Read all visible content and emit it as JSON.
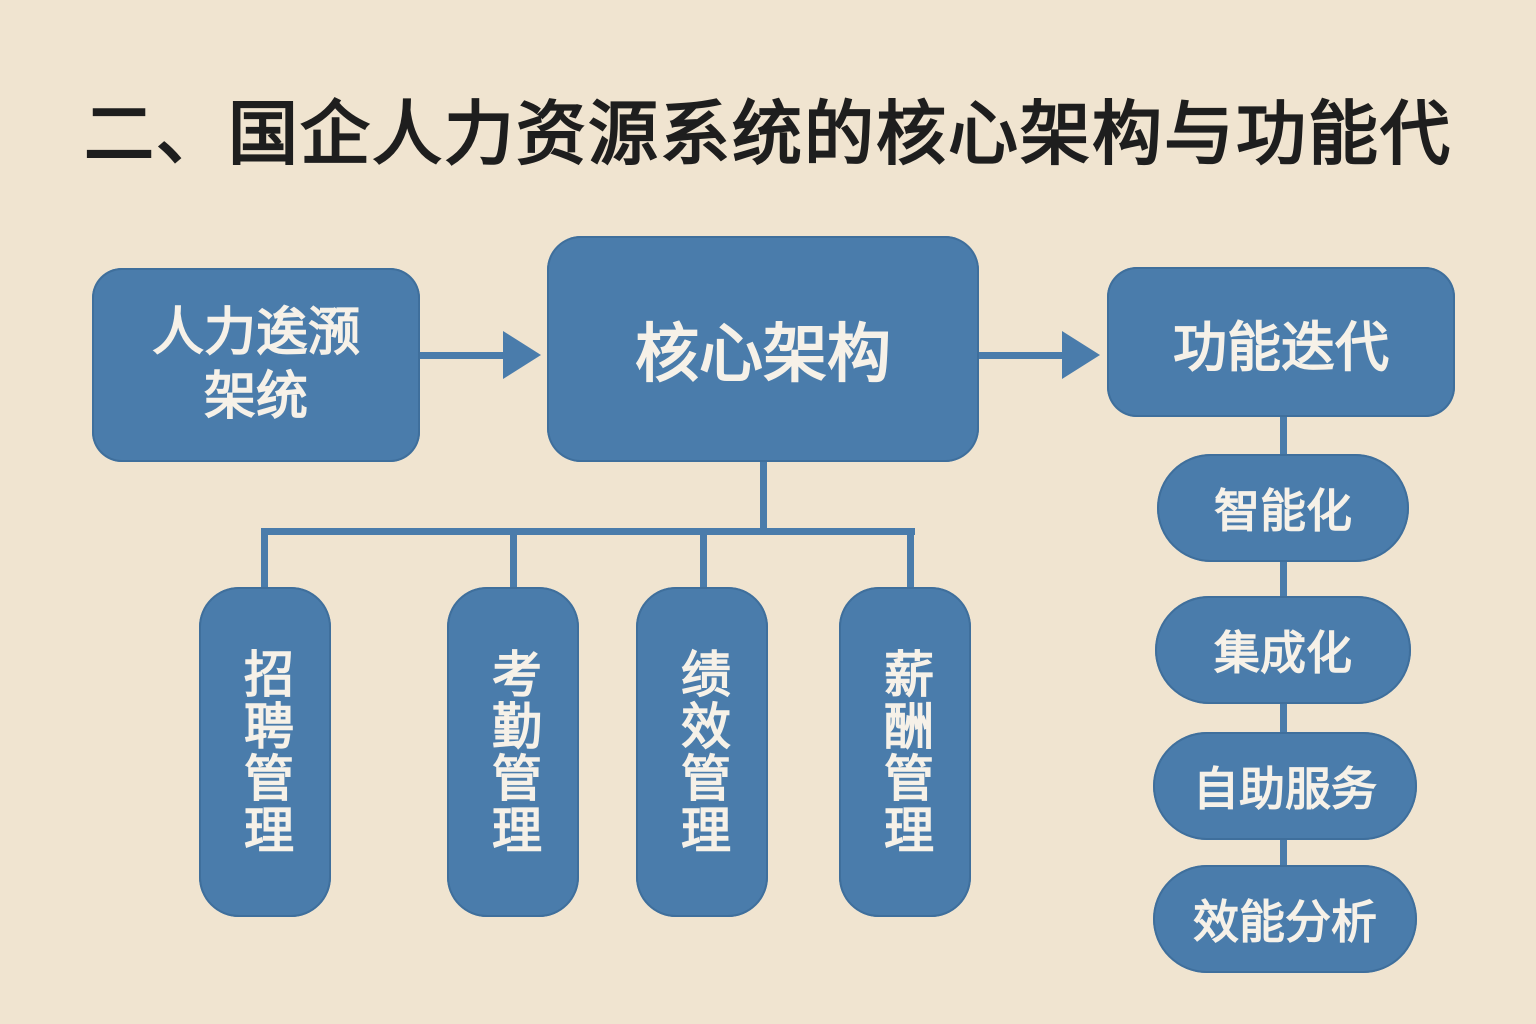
{
  "title": "二、国企人力资源系统的核心架构与功能代",
  "colors": {
    "background": "#f0e4d0",
    "box_fill": "#4a7cab",
    "box_text": "#f6f1e8",
    "title_text": "#1e1e1e"
  },
  "nodes": {
    "root": {
      "line1": "人力逘滪",
      "line2": "架统"
    },
    "core": "核心架构",
    "iteration": "功能迭代"
  },
  "core_children": [
    {
      "label": "招聘管理"
    },
    {
      "label": "考勤管理"
    },
    {
      "label": "绩效管理"
    },
    {
      "label": "薪酬管理"
    }
  ],
  "iteration_children": [
    {
      "label": "智能化"
    },
    {
      "label": "集成化"
    },
    {
      "label": "自助服务"
    },
    {
      "label": "效能分析"
    }
  ]
}
